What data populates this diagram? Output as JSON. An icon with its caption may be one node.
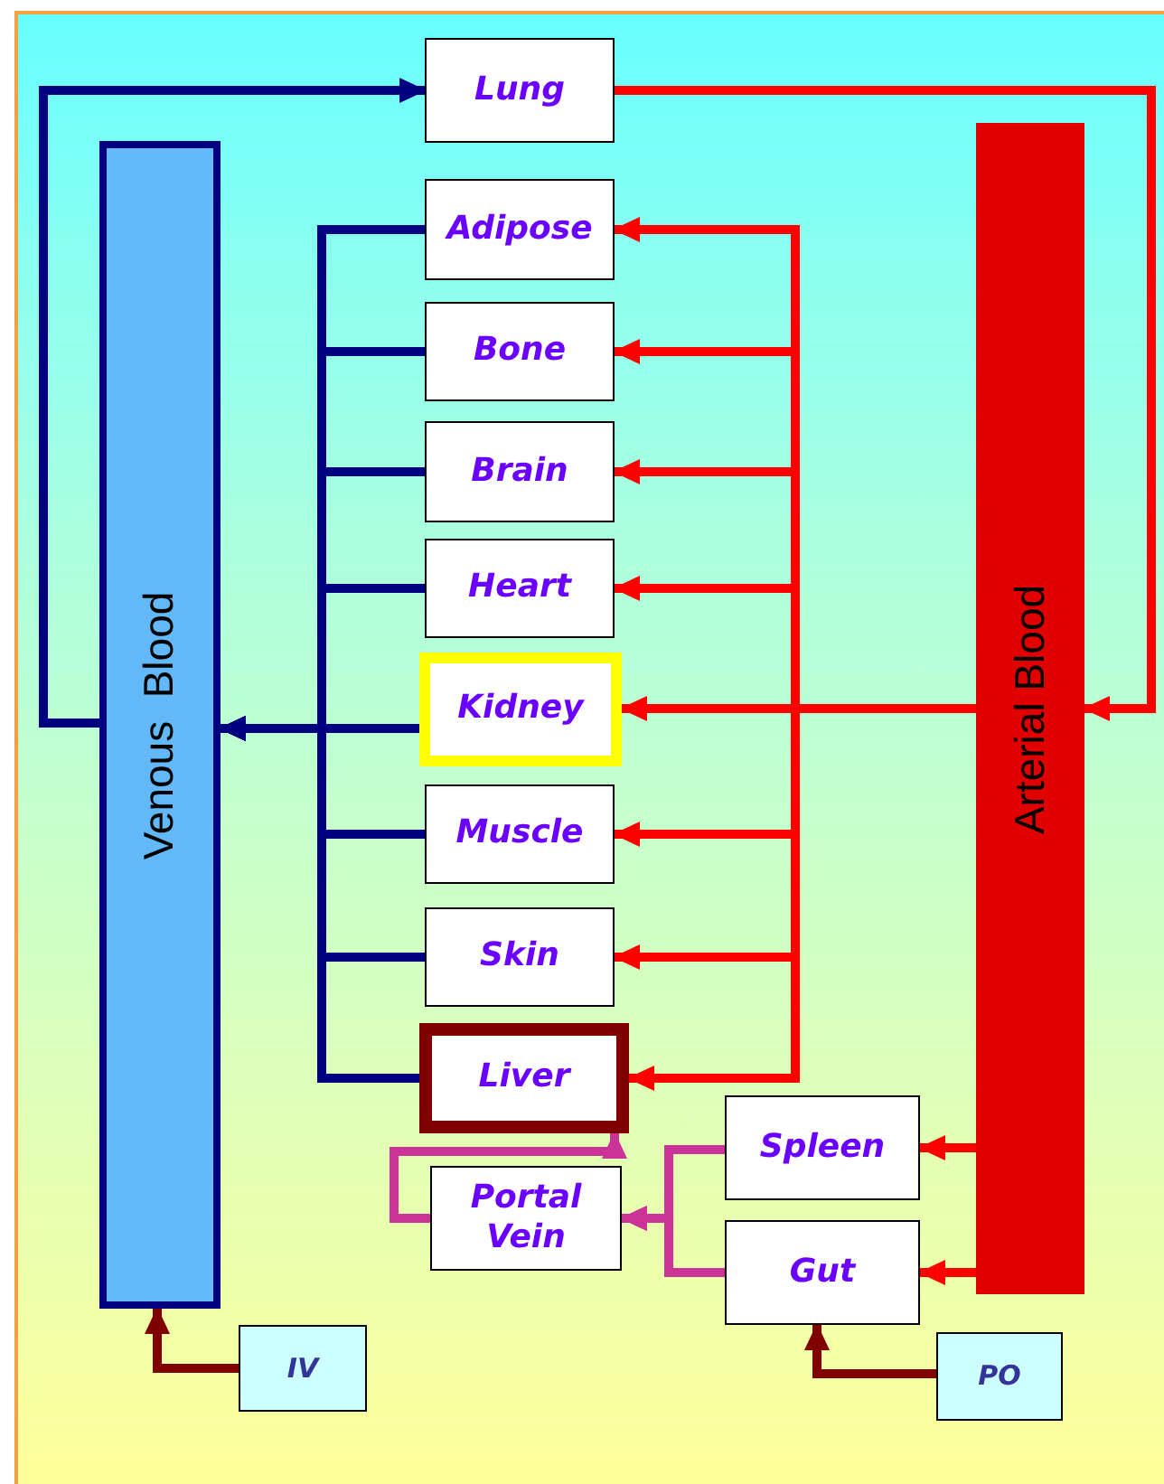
{
  "diagram": {
    "nodes": [
      {
        "text": [
          "Venous  Blood"
        ]
      },
      {
        "text": [
          "Arterial Blood"
        ]
      },
      {
        "text": [
          "Lung"
        ]
      },
      {
        "text": [
          "Adipose"
        ]
      },
      {
        "text": [
          "Bone"
        ]
      },
      {
        "text": [
          "Brain"
        ]
      },
      {
        "text": [
          "Heart"
        ]
      },
      {
        "text": [
          "Kidney"
        ]
      },
      {
        "text": [
          "Muscle"
        ]
      },
      {
        "text": [
          "Skin"
        ]
      },
      {
        "text": [
          "Liver"
        ]
      },
      {
        "text": [
          "Portal Vein"
        ]
      },
      {
        "text": [
          "Spleen"
        ]
      },
      {
        "text": [
          "Gut"
        ]
      },
      {
        "text": [
          "IV"
        ]
      },
      {
        "text": [
          "PO"
        ]
      }
    ],
    "edges": [
      {
        "from": 0,
        "to": 2,
        "arrow": "to",
        "color": "#000080"
      },
      {
        "from": 2,
        "to": 1,
        "arrow": "to"
      },
      {
        "from": 1,
        "to": 3,
        "arrow": "to"
      },
      {
        "from": 1,
        "to": 4,
        "arrow": "to"
      },
      {
        "from": 1,
        "to": 5,
        "arrow": "to"
      },
      {
        "from": 1,
        "to": 6,
        "arrow": "to"
      },
      {
        "from": 1,
        "to": 7,
        "arrow": "to"
      },
      {
        "from": 1,
        "to": 8,
        "arrow": "to"
      },
      {
        "from": 1,
        "to": 9,
        "arrow": "to"
      },
      {
        "from": 1,
        "to": 10,
        "arrow": "to"
      },
      {
        "from": 3,
        "to": 0,
        "arrow": "to",
        "color": "#000080"
      },
      {
        "from": 4,
        "to": 0,
        "arrow": "to",
        "color": "#000080"
      },
      {
        "from": 5,
        "to": 0,
        "arrow": "to",
        "color": "#000080"
      },
      {
        "from": 6,
        "to": 0,
        "arrow": "to",
        "color": "#000080"
      },
      {
        "from": 7,
        "to": 0,
        "arrow": "to",
        "color": "#000080"
      },
      {
        "from": 8,
        "to": 0,
        "arrow": "to",
        "color": "#000080"
      },
      {
        "from": 9,
        "to": 0,
        "arrow": "to",
        "color": "#000080"
      },
      {
        "from": 10,
        "to": 0,
        "arrow": "to",
        "color": "#000080"
      },
      {
        "from": 1,
        "to": 12,
        "arrow": "to"
      },
      {
        "from": 1,
        "to": 13,
        "arrow": "to"
      },
      {
        "from": 12,
        "to": 11,
        "arrow": "to",
        "color": "#cc3399"
      },
      {
        "from": 13,
        "to": 11,
        "arrow": "to",
        "color": "#cc3399"
      },
      {
        "from": 11,
        "to": 10,
        "arrow": "to",
        "color": "#cc3399"
      },
      {
        "from": 14,
        "to": 0,
        "arrow": "to",
        "color": "#800000"
      },
      {
        "from": 15,
        "to": 13,
        "arrow": "to",
        "color": "#800000"
      }
    ]
  }
}
